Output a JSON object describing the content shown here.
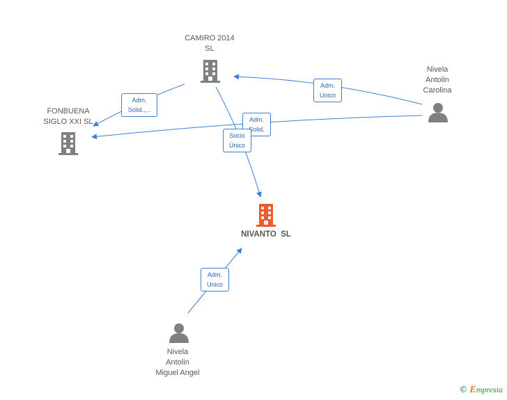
{
  "nodes": {
    "camiro": {
      "lines": [
        "CAMIRO 2014",
        "SL"
      ],
      "type": "company"
    },
    "fonbuena": {
      "lines": [
        "FONBUENA",
        "SIGLO XXI SL"
      ],
      "type": "company"
    },
    "nivanto": {
      "lines": [
        "NIVANTO  SL"
      ],
      "type": "company-focus"
    },
    "carolina": {
      "lines": [
        "Nivela",
        "Antolin",
        "Carolina"
      ],
      "type": "person"
    },
    "miguel": {
      "lines": [
        "Nivela",
        "Antolin",
        "Miguel Angel"
      ],
      "type": "person"
    }
  },
  "edges": {
    "camiro_fonbuena": [
      "Adm.",
      "Solid.,..."
    ],
    "carolina_camiro": [
      "Adm.",
      "Unico"
    ],
    "carolina_fonbuena": [
      "Adm.",
      "Solid."
    ],
    "camiro_nivanto": [
      "Socio",
      "Único"
    ],
    "miguel_nivanto": [
      "Adm.",
      "Unico"
    ]
  },
  "colors": {
    "edge": "#3b7fd4",
    "company": "#808080",
    "focus": "#f05a28",
    "person": "#808080"
  },
  "brand": {
    "copyright": "©",
    "initial": "E",
    "rest": "mpresia"
  }
}
